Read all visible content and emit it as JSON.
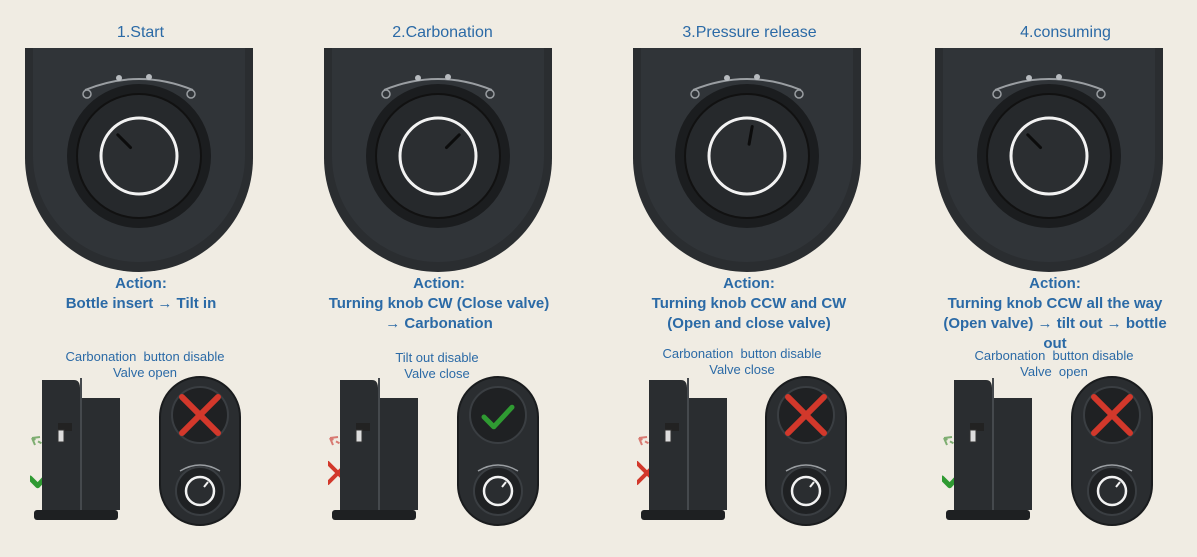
{
  "steps": [
    {
      "title": "1.Start",
      "action_heading": "Action:",
      "action_lines": [
        "Bottle insert → Tilt in"
      ],
      "status_lines": [
        "Carbonation  button disable",
        "Valve open"
      ],
      "knob_direction": "up-left",
      "tilt_mark": "check",
      "button_mark": "cross"
    },
    {
      "title": "2.Carbonation",
      "action_heading": "Action:",
      "action_lines": [
        "Turning knob CW (Close valve)",
        "→ Carbonation"
      ],
      "status_lines": [
        "Tilt out disable",
        "Valve close"
      ],
      "knob_direction": "up-right",
      "tilt_mark": "cross",
      "button_mark": "check"
    },
    {
      "title": "3.Pressure  release",
      "action_heading": "Action:",
      "action_lines": [
        "Turning knob CCW and CW",
        "(Open and close valve)"
      ],
      "status_lines": [
        "Carbonation  button disable",
        "Valve close"
      ],
      "knob_direction": "up",
      "tilt_mark": "cross",
      "button_mark": "cross"
    },
    {
      "title": "4.consuming",
      "action_heading": "Action:",
      "action_lines": [
        "Turning knob CCW all the way",
        "(Open valve) → tilt out → bottle",
        "out"
      ],
      "status_lines": [
        "Carbonation  button disable",
        "Valve  open"
      ],
      "knob_direction": "up-left",
      "tilt_mark": "check",
      "button_mark": "cross"
    }
  ],
  "colors": {
    "text_blue": "#2b6aa6",
    "background": "#f0ece3",
    "device_dark": "#2a2d30",
    "check_green": "#2f9a32",
    "cross_red": "#d2382b"
  },
  "icons": [
    "check-icon",
    "cross-icon",
    "tilt-arrow-icon",
    "knob-icon"
  ]
}
